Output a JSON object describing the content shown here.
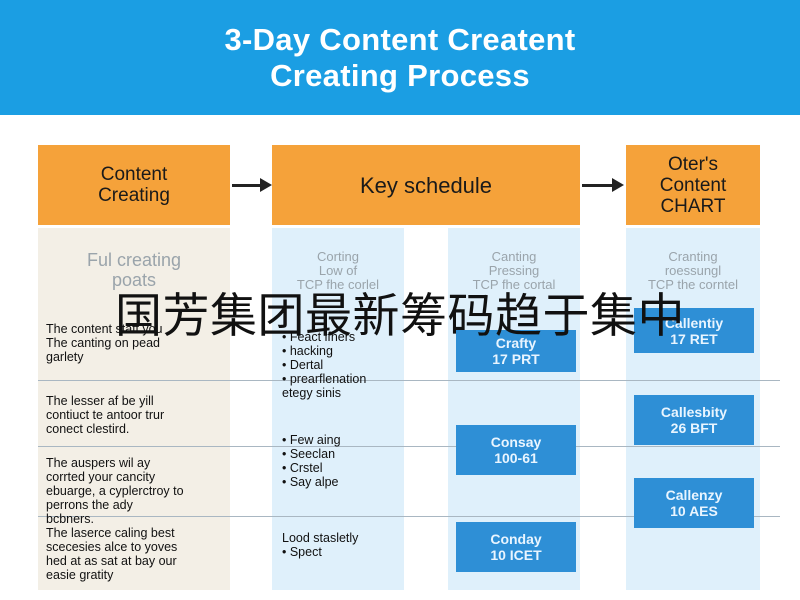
{
  "title": [
    "3-Day Content Creatent",
    "Creating Process"
  ],
  "stages": {
    "content_creating": [
      "Content",
      "Creating"
    ],
    "key_schedule": [
      "Key schedule"
    ],
    "others": [
      "Oter's",
      "Content",
      "CHART"
    ]
  },
  "faded_headers": {
    "col1": [
      "Ful creating",
      "poats"
    ],
    "col2": [
      "Corting",
      "Low of",
      "TCP fhe corlel"
    ],
    "col3": [
      "Canting",
      "Pressing",
      "TCP fhe cortal"
    ],
    "col4": [
      "Cranting",
      "roessungl",
      "TCP the corntel"
    ]
  },
  "left_column": [
    [
      "The content staff you",
      "The canting on pead",
      "garlety"
    ],
    [
      "The lesser af be yill",
      "contiuct te antoor trur",
      "conect clestird."
    ],
    [
      "The auspers wil ay",
      "corrted your cancity",
      "ebuarge, a cyplerctroy to",
      "perrons the ady",
      "bcbners."
    ],
    [
      "The laserce caling best",
      "scecesies alce to yoves",
      "hed at as sat at bay our",
      "easie gratity"
    ]
  ],
  "schedule_column": [
    [
      "• Feact ifhers",
      "• hacking",
      "• Dertal",
      "• prearflenation",
      "etegy sinis"
    ],
    [
      "• Few aing",
      "• Seeclan",
      "• Crstel",
      "• Say alpe"
    ],
    [
      "Lood stasletly",
      "• Spect"
    ]
  ],
  "cells_col3": [
    [
      "Crafty",
      "17 PRT"
    ],
    [
      "Consay",
      "100-61"
    ],
    [
      "Conday",
      "10 ICET"
    ]
  ],
  "cells_col4": [
    [
      "Callentiy",
      "17 RET"
    ],
    [
      "Callesbity",
      "26 BFT"
    ],
    [
      "Callenzy",
      "10 AES"
    ]
  ],
  "overlay_text": "国芳集团最新筹码趋于集中",
  "colors": {
    "header_bg": "#1b9ee3",
    "stage_box": "#f5a23a",
    "column_bg": "#dff0fb",
    "cell_bg": "#2e8fd6"
  }
}
